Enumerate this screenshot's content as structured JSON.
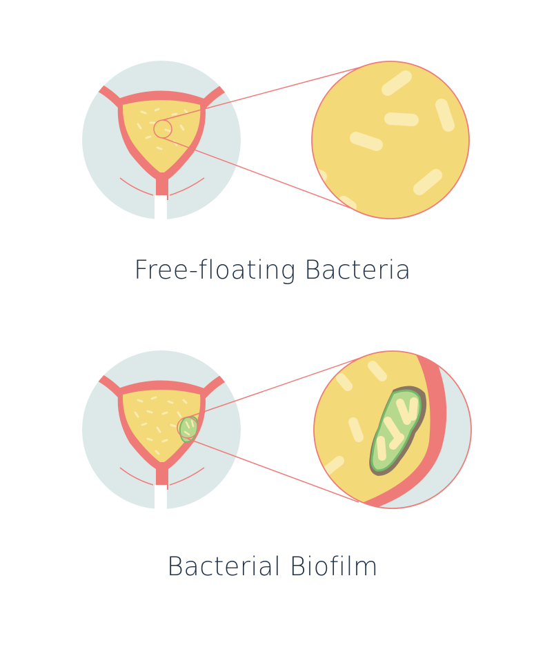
{
  "panels": [
    {
      "id": "free-floating",
      "caption": "Free-floating Bacteria"
    },
    {
      "id": "biofilm",
      "caption": "Bacterial Biofilm"
    }
  ],
  "colors": {
    "background_circle": "#dce9e8",
    "bladder_wall": "#ef7b78",
    "urine": "#f4d978",
    "bacteria": "#faebb0",
    "biofilm_fill": "#b6d98e",
    "biofilm_outline": "#72b96a",
    "biofilm_shadow": "#8a7563",
    "connector_line": "#ef7b78",
    "caption_text": "#1f3047"
  },
  "icons": [
    "bladder-illustration",
    "magnified-bacteria-view",
    "magnified-biofilm-view"
  ]
}
